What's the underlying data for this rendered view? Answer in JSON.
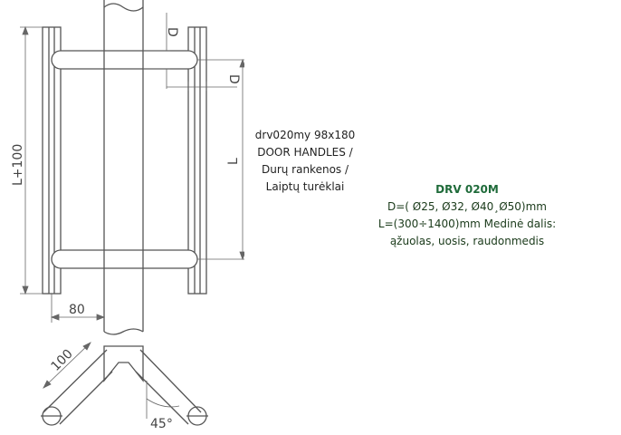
{
  "drawing": {
    "dim_d_top": "D",
    "dim_d_side": "D",
    "dim_l_inner": "L",
    "dim_l_outer": "L+100",
    "dim_80": "80",
    "dim_100": "100",
    "dim_angle": "45°"
  },
  "caption": {
    "line1": "drv020my 98x180",
    "line2": "DOOR HANDLES /",
    "line3": "Durų rankenos /",
    "line4": "Laiptų turėklai"
  },
  "spec": {
    "title": "DRV 020M",
    "line1": "D=( Ø25, Ø32, Ø40¸Ø50)mm",
    "line2": "L=(300÷1400)mm Medinė dalis:",
    "line3": "ąžuolas, uosis, raudonmedis"
  },
  "colors": {
    "line": "#555555",
    "spec_title": "#1f6b3a"
  }
}
